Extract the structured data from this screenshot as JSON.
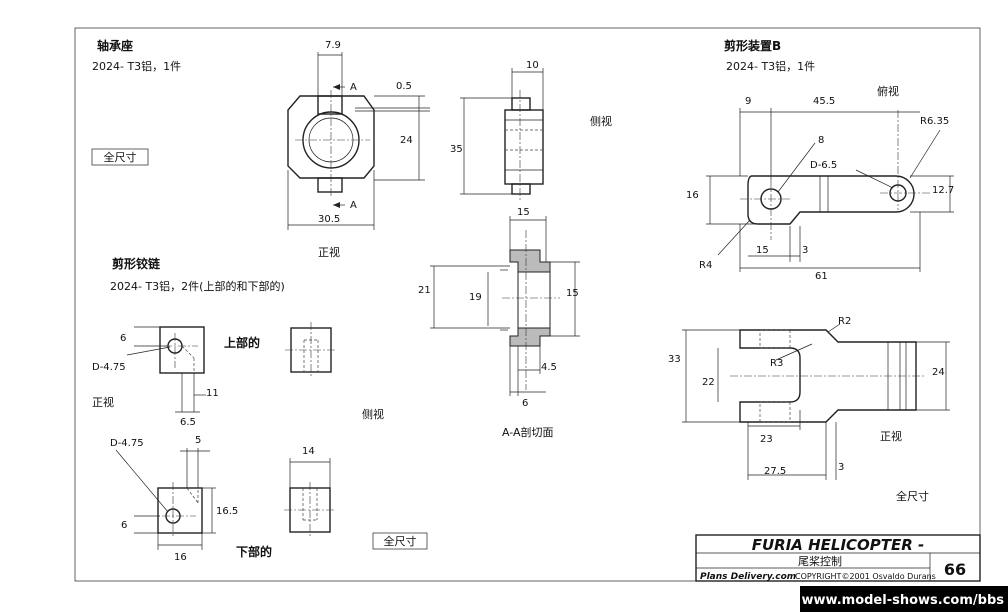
{
  "title_block": {
    "project": "FURIA HELICOPTER -",
    "subtitle": "尾桨控制",
    "publisher": "Plans Delivery.com",
    "copyright": "COPYRIGHT©2001 Osvaldo Durans",
    "page_number": "66"
  },
  "watermark": "www.model-shows.com/bbs",
  "bearing_seat": {
    "title": "轴承座",
    "material": "2024- T3铝，1件",
    "front_label": "正视",
    "side_label": "侧视",
    "section_label": "A-A剖切面",
    "section_mark": "A",
    "dims": {
      "top_width": "7.9",
      "gap": "0.5",
      "height": "24",
      "width": "30.5",
      "side_width": "10",
      "side_height": "35",
      "sec_top": "15",
      "sec_left": "21",
      "sec_inner": "19",
      "sec_right": "15",
      "sec_bot1": "4.5",
      "sec_bot2": "6"
    }
  },
  "full_size_label": "全尺寸",
  "scissor_hinge": {
    "title": "剪形铰链",
    "material": "2024- T3铝，2件(上部的和下部的)",
    "upper_label": "上部的",
    "lower_label": "下部的",
    "front_label": "正视",
    "side_label": "侧视",
    "dims": {
      "hole_offset_upper": "6",
      "hole_upper": "D-4.75",
      "right_upper": "11",
      "bottom_upper": "6.5",
      "hole_lower": "D-4.75",
      "top_lower": "5",
      "hole_offset_lower": "6",
      "height_lower": "16.5",
      "width_lower": "16",
      "side_width": "14"
    }
  },
  "scissor_device_b": {
    "title": "剪形装置B",
    "material": "2024- T3铝，1件",
    "top_label": "俯视",
    "front_label": "正视",
    "dims": {
      "left_offset": "9",
      "span": "45.5",
      "radius_end": "R6.35",
      "hole_a": "8",
      "hole_b": "D-6.5",
      "height_left": "16",
      "height_right": "12.7",
      "radius_corner": "R4",
      "step": "15",
      "step_gap": "3",
      "length": "61",
      "radius_r2": "R2",
      "radius_r3": "R3",
      "front_height": "33",
      "slot": "22",
      "right_height": "24",
      "bottom_a": "23",
      "bottom_b": "27.5",
      "bottom_c": "3"
    }
  }
}
